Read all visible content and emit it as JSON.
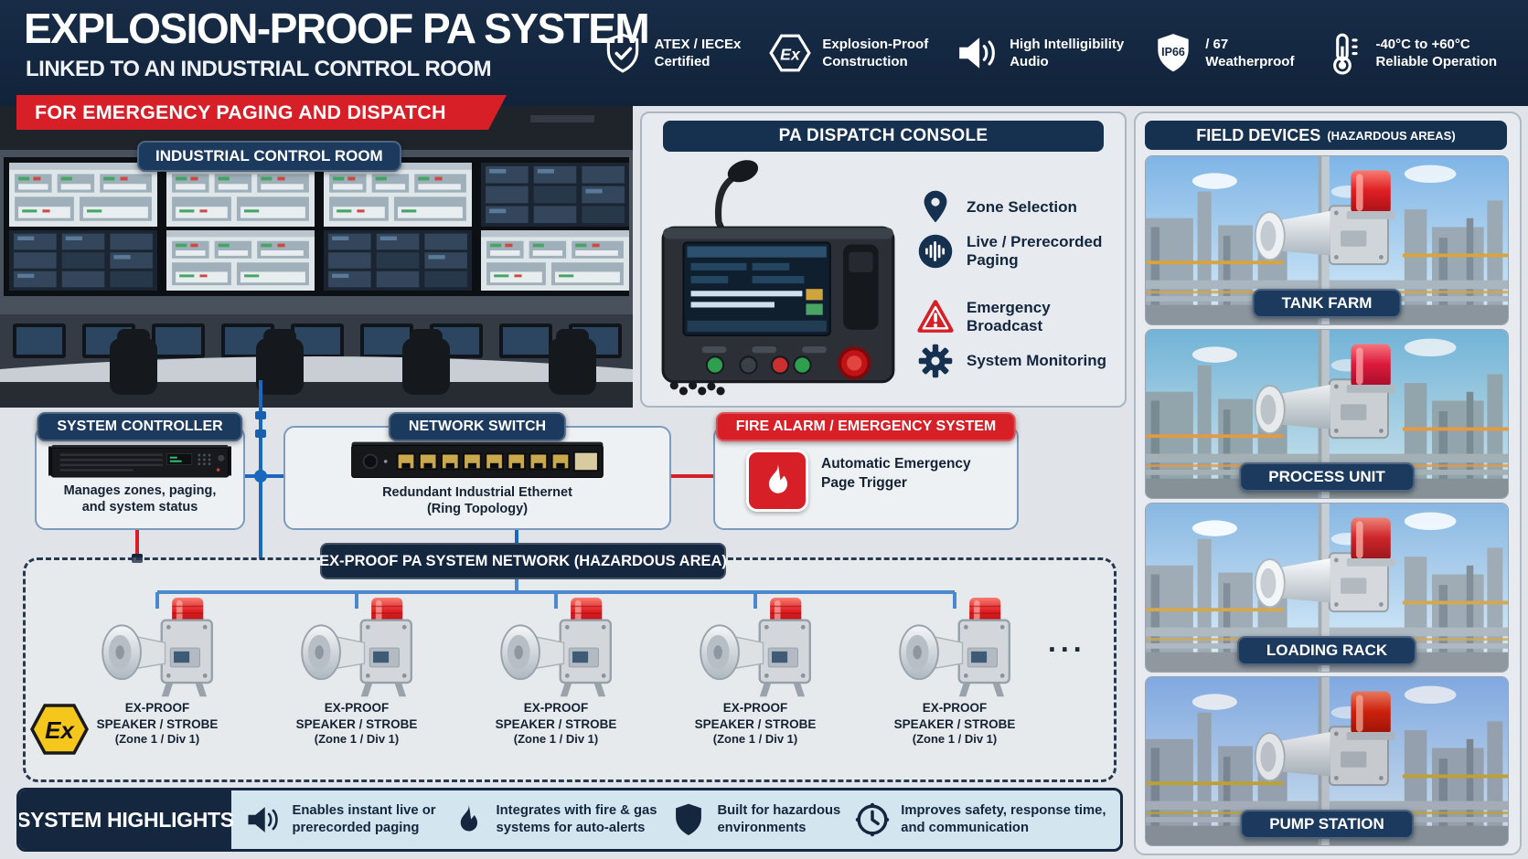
{
  "header": {
    "title": "EXPLOSION-PROOF PA SYSTEM",
    "subtitle": "LINKED TO AN INDUSTRIAL CONTROL ROOM",
    "banner": "FOR EMERGENCY PAGING AND DISPATCH",
    "badges": [
      {
        "icon": "shield-check-icon",
        "line1": "ATEX / IECEx",
        "line2": "Certified"
      },
      {
        "icon": "ex-hexagon-icon",
        "icon_text": "Ex",
        "line1": "Explosion-Proof",
        "line2": "Construction"
      },
      {
        "icon": "speaker-icon",
        "line1": "High Intelligibility",
        "line2": "Audio"
      },
      {
        "icon": "ip-shield-icon",
        "icon_text": "IP66",
        "line1": "/ 67",
        "line2": "Weatherproof"
      },
      {
        "icon": "thermometer-icon",
        "line1": "-40°C to +60°C",
        "line2": "Reliable Operation"
      }
    ]
  },
  "control_room": {
    "label": "INDUSTRIAL CONTROL ROOM"
  },
  "dispatch_console": {
    "title": "PA DISPATCH CONSOLE",
    "features": [
      {
        "icon": "location-pin-icon",
        "label": "Zone Selection"
      },
      {
        "icon": "audio-wave-icon",
        "label": "Live / Prerecorded Paging"
      },
      {
        "icon": "warning-triangle-icon",
        "label": "Emergency Broadcast"
      },
      {
        "icon": "gear-icon",
        "label": "System Monitoring"
      }
    ]
  },
  "field_devices": {
    "title": "FIELD DEVICES",
    "subtitle": "(HAZARDOUS AREAS)",
    "locations": [
      "TANK FARM",
      "PROCESS UNIT",
      "LOADING RACK",
      "PUMP STATION"
    ]
  },
  "diagram": {
    "system_controller": {
      "title": "SYSTEM CONTROLLER",
      "line1": "Manages zones, paging,",
      "line2": "and system status"
    },
    "network_switch": {
      "title": "NETWORK SWITCH",
      "line1": "Redundant Industrial Ethernet",
      "line2": "(Ring Topology)"
    },
    "fire_alarm": {
      "title": "FIRE ALARM / EMERGENCY SYSTEM",
      "line1": "Automatic Emergency",
      "line2": "Page Trigger"
    },
    "network_banner": "EX-PROOF PA SYSTEM NETWORK (HAZARDOUS AREA)",
    "ex_logo": "Ex",
    "ellipsis": "...",
    "speakers": [
      {
        "line1": "EX-PROOF",
        "line2": "SPEAKER / STROBE",
        "line3": "(Zone 1 / Div 1)"
      },
      {
        "line1": "EX-PROOF",
        "line2": "SPEAKER / STROBE",
        "line3": "(Zone 1 / Div 1)"
      },
      {
        "line1": "EX-PROOF",
        "line2": "SPEAKER / STROBE",
        "line3": "(Zone 1 / Div 1)"
      },
      {
        "line1": "EX-PROOF",
        "line2": "SPEAKER / STROBE",
        "line3": "(Zone 1 / Div 1)"
      },
      {
        "line1": "EX-PROOF",
        "line2": "SPEAKER / STROBE",
        "line3": "(Zone 1 / Div 1)"
      }
    ]
  },
  "highlights": {
    "title": "SYSTEM HIGHLIGHTS",
    "items": [
      {
        "icon": "speaker-icon",
        "line1": "Enables instant live or",
        "line2": "prerecorded paging"
      },
      {
        "icon": "flame-icon",
        "line1": "Integrates with fire & gas",
        "line2": "systems for auto-alerts"
      },
      {
        "icon": "shield-icon",
        "line1": "Built for hazardous",
        "line2": "environments"
      },
      {
        "icon": "clock-icon",
        "line1": "Improves safety, response time,",
        "line2": "and communication"
      }
    ]
  },
  "colors": {
    "header_navy": "#14273f",
    "pill_navy": "#1b3a5e",
    "alert_red": "#d71f28",
    "line_blue": "#1a67be",
    "light_blue": "#d3e6f0",
    "ex_yellow": "#f5c71d"
  }
}
